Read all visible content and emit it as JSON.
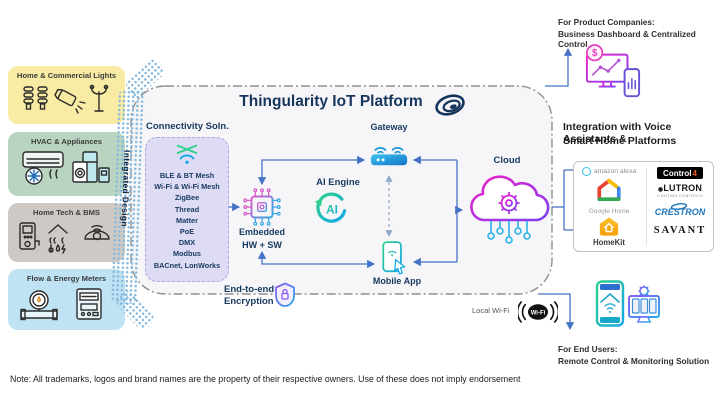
{
  "colors": {
    "navy": "#17395f",
    "connector_blue": "#4472c4",
    "band_dot_blue": "#86b9dd",
    "platform_fill": "#f6f6f8",
    "connectivity_box": "#dddcf4",
    "lights_box": "#f8eba3",
    "hvac_box": "#b9d5c1",
    "bms_box": "#cec9c4",
    "meters_box": "#c0e3f4"
  },
  "sidebar": {
    "integrated_design_label": "Integrated Design",
    "categories": [
      {
        "label": "Home & Commercial Lights",
        "color": "#f8eba3"
      },
      {
        "label": "HVAC & Appliances",
        "color": "#b9d5c1"
      },
      {
        "label": "Home Tech & BMS",
        "color": "#cec9c4"
      },
      {
        "label": "Flow & Energy Meters",
        "color": "#c0e3f4"
      }
    ]
  },
  "platform": {
    "title": "Thingularity IoT Platform",
    "connectivity_heading": "Connectivity Soln.",
    "protocols": [
      "BLE & BT Mesh",
      "Wi-Fi & Wi-Fi Mesh",
      "ZigBee",
      "Thread",
      "Matter",
      "PoE",
      "DMX",
      "Modbus",
      "BACnet, LonWorks"
    ],
    "embedded_line1": "Embedded",
    "embedded_line2": "HW + SW",
    "ai_engine_label": "AI Engine",
    "ai_icon_text": "AI",
    "gateway_label": "Gateway",
    "mobile_app_label": "Mobile App",
    "cloud_label": "Cloud",
    "encryption_line1": "End-to-end",
    "encryption_line2": "Encryption"
  },
  "right_panel": {
    "heading_line1": "Integration with Voice Assistants &",
    "heading_line2": "Smart Home Platforms",
    "brands": {
      "amazon_alexa": "amazon alexa",
      "google_home": "Google Home",
      "homekit": "HomeKit",
      "control4_text": "Control",
      "control4_digit": "4",
      "lutron": "LUTRON",
      "lutron_sub": "LIGHTING CONTROLS",
      "crestron": "CRESTRON",
      "savant": "SAVANT"
    }
  },
  "product_companies": {
    "line1": "For Product Companies:",
    "line2": "Business Dashboard & Centralized Control"
  },
  "end_users": {
    "line1": "For End Users:",
    "line2": "Remote Control & Monitoring Solution"
  },
  "local_wifi": {
    "label": "Local Wi-Fi",
    "badge_text": "Wi-Fi"
  },
  "note": "Note: All trademarks, logos and brand names are the property of their respective owners. Use of these does not imply endorsement"
}
